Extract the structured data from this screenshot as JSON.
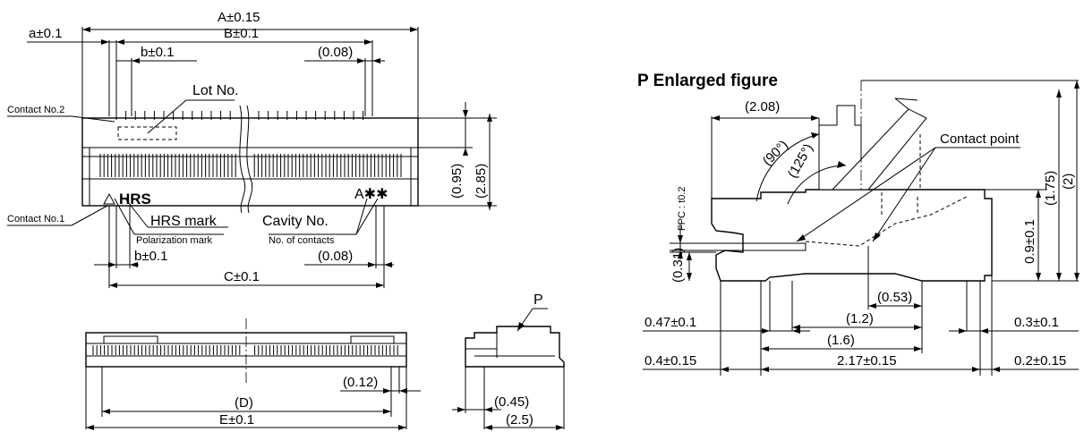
{
  "top_view": {
    "dim_A": "A±0.15",
    "dim_a": "a±0.1",
    "dim_B": "B±0.1",
    "dim_b_top": "b±0.1",
    "dim_008_top": "(0.08)",
    "lot_no": "Lot No.",
    "contact_no2": "Contact No.2",
    "contact_no1": "Contact No.1",
    "hrs_logo": "HRS",
    "hrs_mark": "HRS mark",
    "polarization_mark": "Polarization mark",
    "cavity_no": "Cavity No.",
    "no_of_contacts": "No. of contacts",
    "cavity_symbols": "A✱✱",
    "dim_b_bottom": "b±0.1",
    "dim_008_bottom": "(0.08)",
    "dim_C": "C±0.1",
    "dim_095": "(0.95)",
    "dim_285": "(2.85)"
  },
  "front_view": {
    "dim_012": "(0.12)",
    "dim_D": "(D)",
    "dim_E": "E±0.1"
  },
  "side_view": {
    "label_P": "P",
    "dim_045": "(0.45)",
    "dim_25": "(2.5)"
  },
  "enlarged": {
    "title": "P Enlarged figure",
    "dim_208": "(2.08)",
    "angle_90": "(90°)",
    "angle_125": "(125°)",
    "contact_point": "Contact point",
    "fpc": "FPC : t0.2",
    "dim_031": "(0.31)",
    "dim_09": "0.9±0.1",
    "dim_175": "(1.75)",
    "dim_2": "(2)",
    "dim_053": "(0.53)",
    "dim_12": "(1.2)",
    "dim_16": "(1.6)",
    "dim_217": "2.17±0.15",
    "dim_047": "0.47±0.1",
    "dim_04": "0.4±0.15",
    "dim_03": "0.3±0.1",
    "dim_02": "0.2±0.15"
  }
}
